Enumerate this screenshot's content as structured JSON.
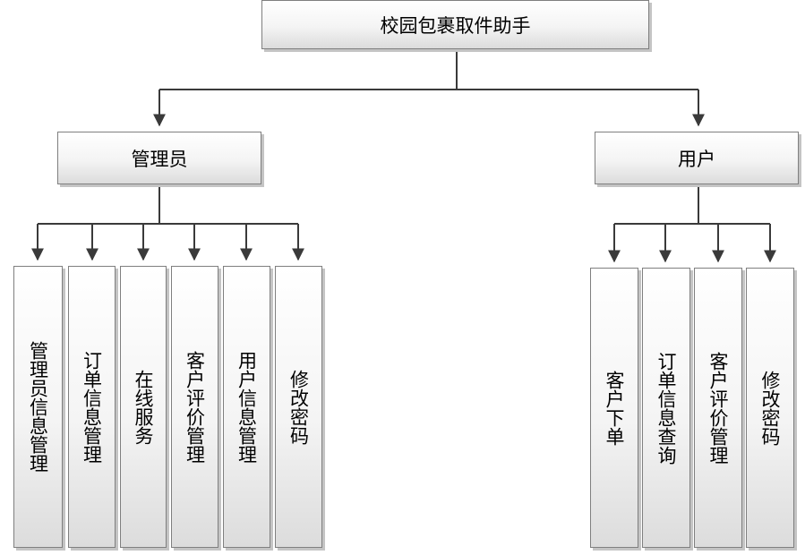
{
  "root": {
    "label": "校园包裹取件助手"
  },
  "admin": {
    "label": "管理员",
    "children": [
      "管理员信息管理",
      "订单信息管理",
      "在线服务",
      "客户评价管理",
      "用户信息管理",
      "修改密码"
    ]
  },
  "user": {
    "label": "用户",
    "children": [
      "客户下单",
      "订单信息查询",
      "客户评价管理",
      "修改密码"
    ]
  }
}
